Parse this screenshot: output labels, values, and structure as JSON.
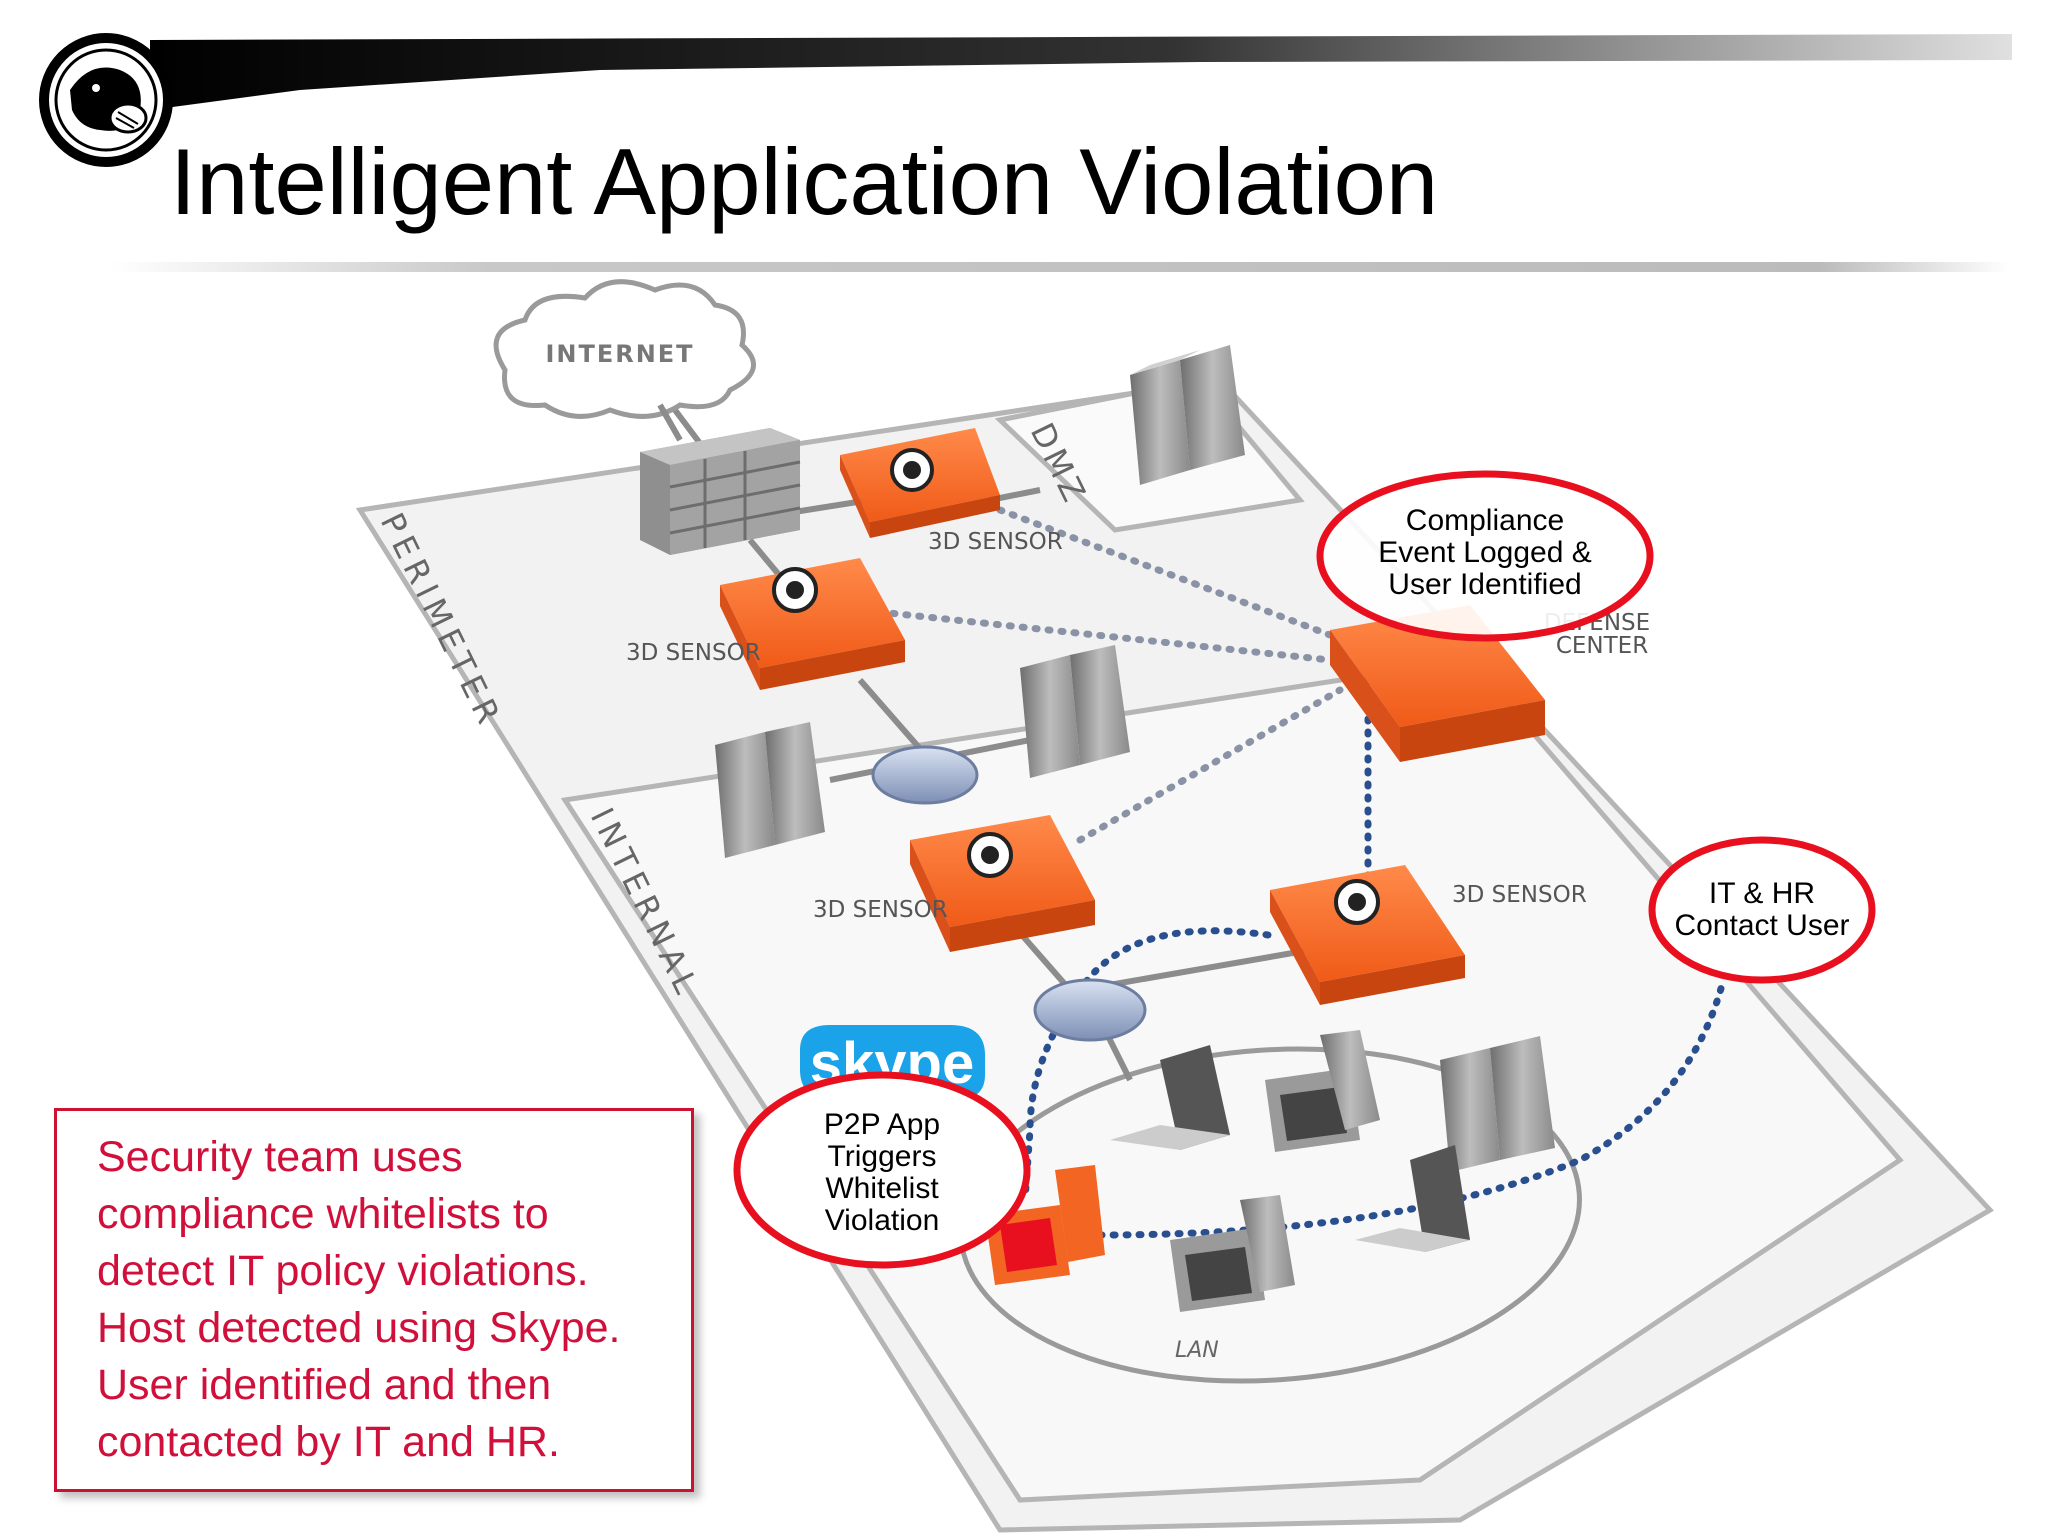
{
  "title": "Intelligent Application Violation",
  "zones": {
    "perimeter": "PERIMETER",
    "internal": "INTERNAL",
    "dmz": "DMZ",
    "lan": "LAN"
  },
  "cloud_label": "INTERNET",
  "sensor_label": "3D SENSOR",
  "defense_center_lines": [
    "DEFENSE",
    "CENTER"
  ],
  "skype_logo_text": "skype",
  "callouts": {
    "compliance": [
      "Compliance",
      "Event Logged &",
      "User Identified"
    ],
    "it_hr": [
      "IT & HR",
      "Contact User"
    ],
    "p2p": [
      "P2P App",
      "Triggers",
      "Whitelist",
      "Violation"
    ]
  },
  "info_box": {
    "lines": [
      "Security team uses",
      "compliance whitelists to",
      "detect IT policy violations.",
      "Host detected using Skype.",
      "User identified and then",
      "contacted by IT and HR."
    ]
  },
  "colors": {
    "sensor_orange": "#f26522",
    "callout_red": "#e8101e",
    "text_red": "#d0103a",
    "dotted_blue": "#2a4f8f",
    "dotted_gray": "#8a93a6"
  }
}
